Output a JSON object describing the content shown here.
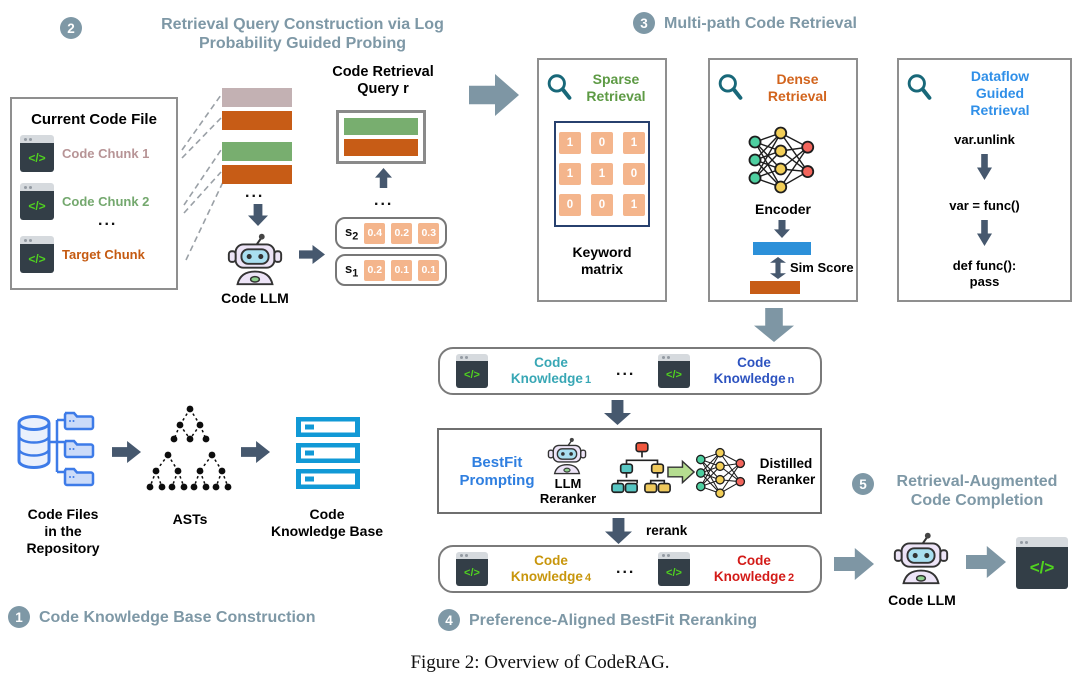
{
  "caption": "Figure 2: Overview of CodeRAG.",
  "glyphs": {
    "code": "</>",
    "ellipsis": "..."
  },
  "colors": {
    "header_slate": "#7E98A6",
    "dark_arrow": "#46586E",
    "big_arrow": "#7E96A4",
    "orange": "#C75C16",
    "green": "#78AE6F",
    "mauve": "#C3B1B3",
    "cell_orange": "#F4B58C",
    "teal_text": "#38A7B5",
    "royal_blue_text": "#2D53C0",
    "bright_blue_text": "#2F8FE8",
    "gold_text": "#C8960C",
    "red_text": "#D31B18",
    "sim_blue_bar": "#2C90D9",
    "sparse_green_text": "#5D9A44",
    "dense_orange_text": "#D2641D",
    "server_blue": "#1199D6",
    "repo_blue": "#3D7BE8",
    "magnifier_teal": "#186879"
  },
  "sections": {
    "one": {
      "num": "1",
      "title": "Code Knowledge Base Construction"
    },
    "two": {
      "num": "2",
      "line1": "Retrieval Query Construction via Log",
      "line2": "Probability Guided Probing"
    },
    "three": {
      "num": "3",
      "title": "Multi-path Code Retrieval"
    },
    "four": {
      "num": "4",
      "title": "Preference-Aligned BestFit Reranking"
    },
    "five": {
      "num": "5",
      "line1": "Retrieval-Augmented",
      "line2": "Code Completion"
    }
  },
  "current_code_file": {
    "title": "Current Code File",
    "chunk1": "Code Chunk 1",
    "chunk2": "Code Chunk 2",
    "target": "Target Chunk"
  },
  "query": {
    "line1": "Code Retrieval",
    "line2": "Query r"
  },
  "probing": {
    "code_llm": "Code LLM",
    "s2": {
      "name": "s",
      "sub": "2",
      "v1": "0.4",
      "v2": "0.2",
      "v3": "0.3"
    },
    "s1": {
      "name": "s",
      "sub": "1",
      "v1": "0.2",
      "v2": "0.1",
      "v3": "0.1"
    }
  },
  "sparse": {
    "line1": "Sparse",
    "line2": "Retrieval",
    "matrix": [
      [
        "1",
        "0",
        "1"
      ],
      [
        "1",
        "1",
        "0"
      ],
      [
        "0",
        "0",
        "1"
      ]
    ],
    "label1": "Keyword",
    "label2": "matrix"
  },
  "dense": {
    "line1": "Dense",
    "line2": "Retrieval",
    "encoder": "Encoder",
    "sim": "Sim Score"
  },
  "dataflow": {
    "line1": "Dataflow",
    "line2": "Guided",
    "line3": "Retrieval",
    "step1": "var.unlink",
    "step2": "var = func()",
    "step3a": "def func():",
    "step3b": "pass"
  },
  "retrieved": {
    "left_top": "Code",
    "left_bottom": "Knowledge",
    "left_idx": "1",
    "right_top": "Code",
    "right_bottom": "Knowledge",
    "right_idx": "n"
  },
  "bestfit": {
    "line1": "BestFit",
    "line2": "Prompting",
    "llm1": "LLM",
    "llm2": "Reranker",
    "dist1": "Distilled",
    "dist2": "Reranker",
    "rerank": "rerank"
  },
  "reranked": {
    "left_top": "Code",
    "left_bottom": "Knowledge",
    "left_idx": "4",
    "right_top": "Code",
    "right_bottom": "Knowledge",
    "right_idx": "2"
  },
  "kb": {
    "files1": "Code Files",
    "files2": "in the",
    "files3": "Repository",
    "asts": "ASTs",
    "kb1": "Code",
    "kb2": "Knowledge Base"
  },
  "completion": {
    "code_llm": "Code LLM"
  }
}
